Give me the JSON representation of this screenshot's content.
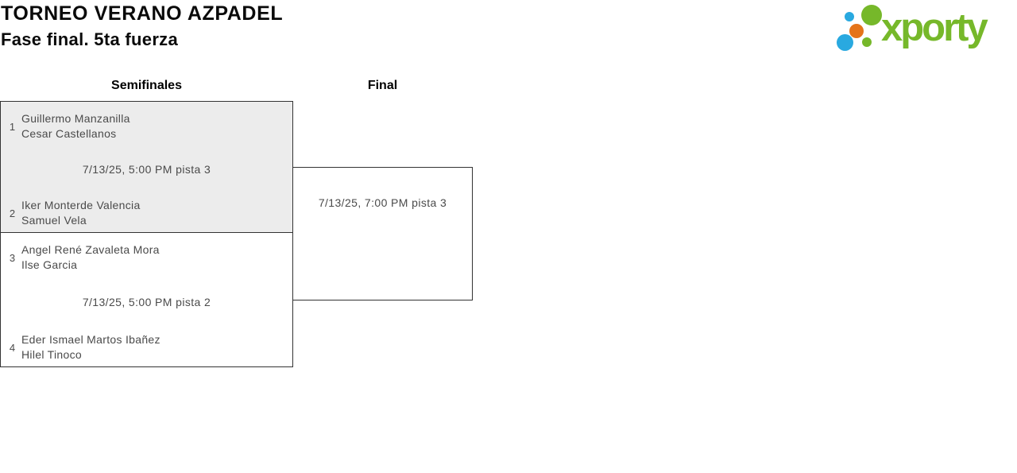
{
  "page": {
    "title": "TORNEO VERANO AZPADEL",
    "subtitle": "Fase final. 5ta fuerza"
  },
  "logo": {
    "brand": "xporty",
    "colors": {
      "green": "#76b82a",
      "blue": "#29a9e0",
      "orange": "#e5741a"
    }
  },
  "bracket": {
    "round_headers": [
      {
        "label": "Semifinales"
      },
      {
        "label": "Final"
      }
    ],
    "semifinal_1": {
      "schedule": "7/13/25, 5:00 PM pista 3",
      "team_a": {
        "seed": "1",
        "player_1": "Guillermo Manzanilla",
        "player_2": "Cesar Castellanos"
      },
      "team_b": {
        "seed": "2",
        "player_1": "Iker Monterde Valencia",
        "player_2": "Samuel Vela"
      }
    },
    "semifinal_2": {
      "schedule": "7/13/25, 5:00 PM pista 2",
      "team_a": {
        "seed": "3",
        "player_1": "Angel René Zavaleta Mora",
        "player_2": "Ilse Garcia"
      },
      "team_b": {
        "seed": "4",
        "player_1": "Eder Ismael Martos Ibañez",
        "player_2": "Hilel Tinoco"
      }
    },
    "final": {
      "schedule": "7/13/25, 7:00 PM pista 3"
    }
  }
}
